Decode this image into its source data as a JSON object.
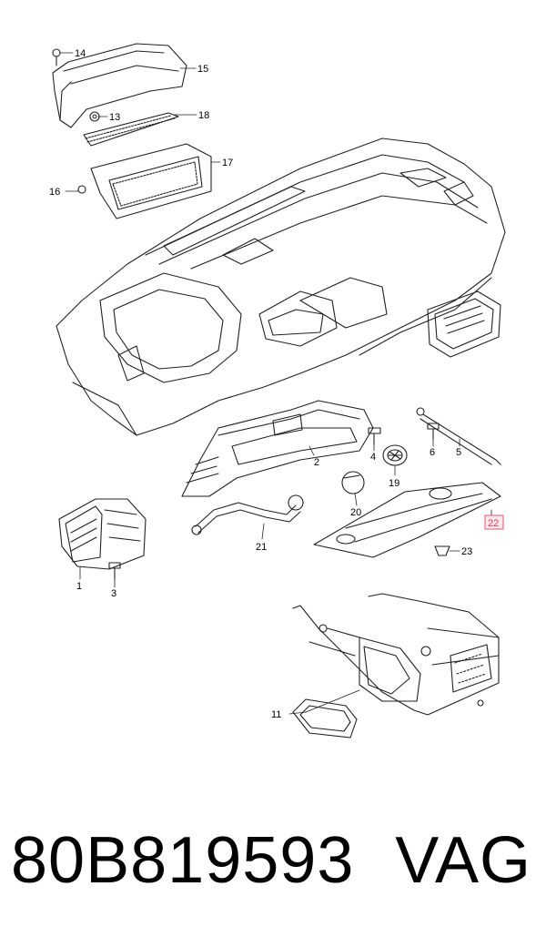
{
  "callouts": {
    "c1": "1",
    "c2": "2",
    "c3": "3",
    "c4": "4",
    "c5": "5",
    "c6": "6",
    "c11": "11",
    "c13": "13",
    "c14": "14",
    "c15": "15",
    "c16": "16",
    "c17": "17",
    "c18": "18",
    "c19": "19",
    "c20": "20",
    "c21": "21",
    "c22": "22",
    "c23": "23"
  },
  "highlighted_callout": "22",
  "highlight_color": "#e23a57",
  "caption": {
    "part_number": "80B819593",
    "brand": "VAG"
  }
}
